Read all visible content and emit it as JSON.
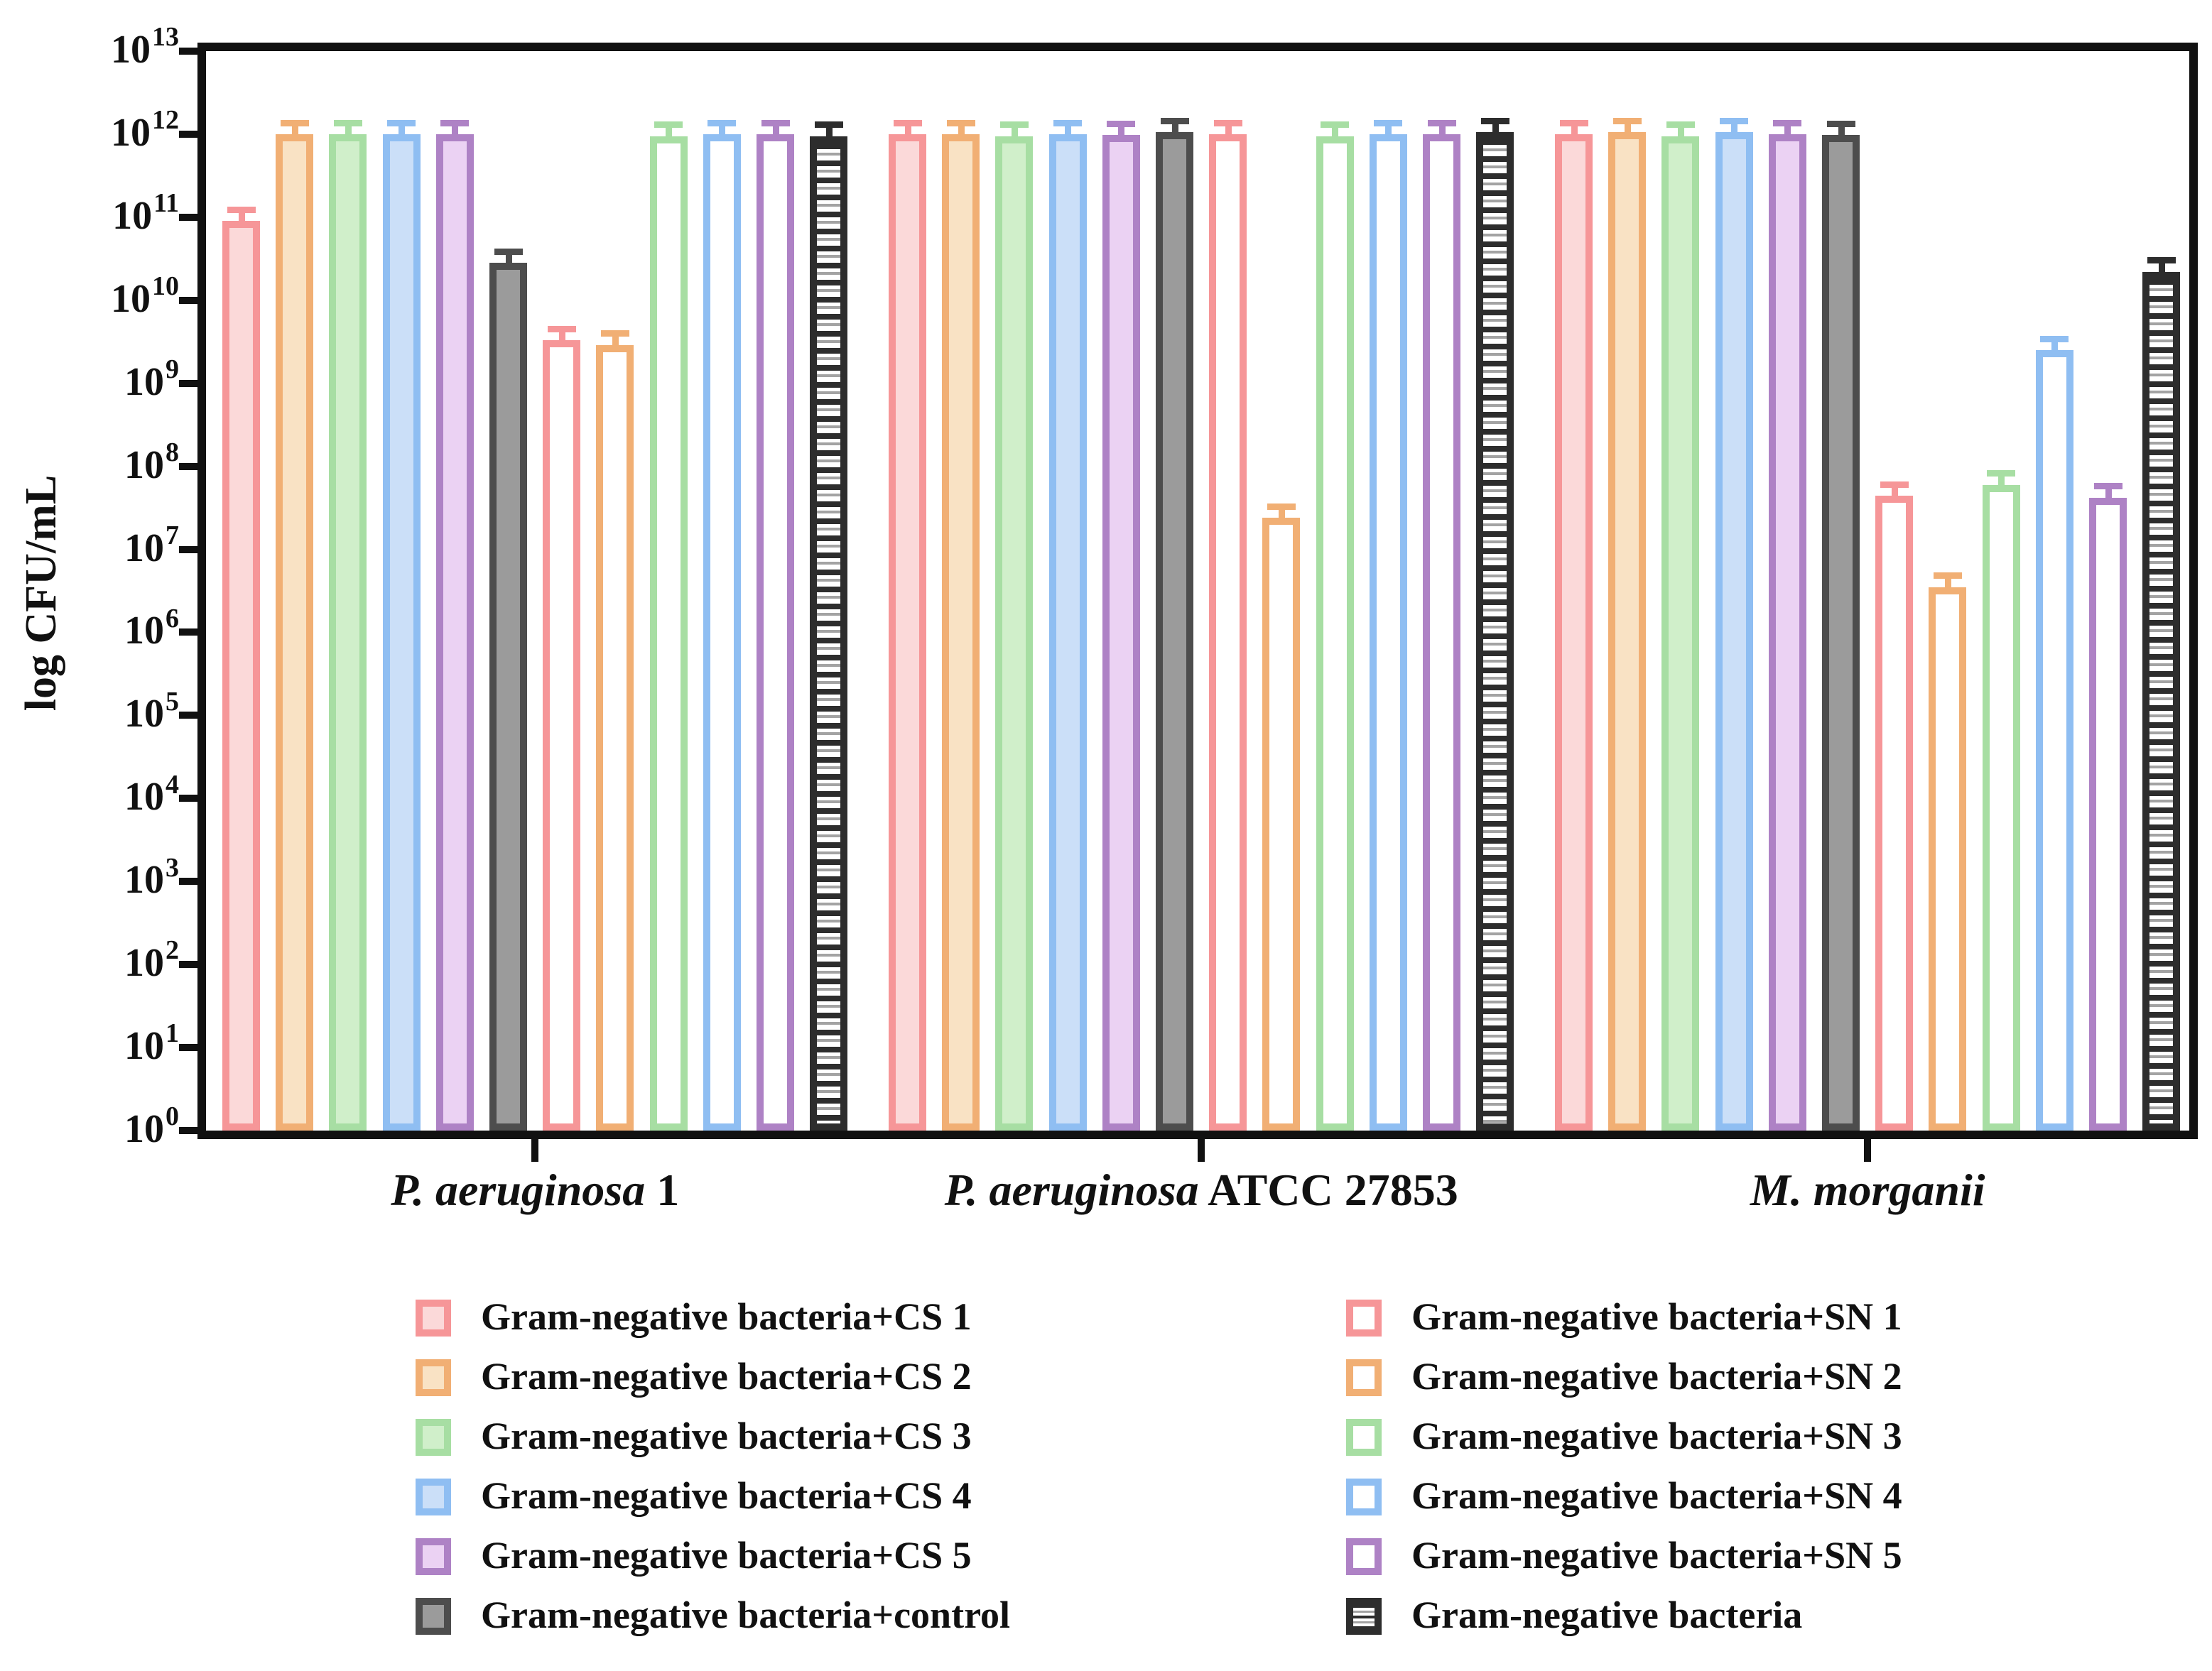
{
  "chart_data": {
    "type": "bar",
    "y_scale": "log10",
    "ylim": [
      1,
      10000000000000.0
    ],
    "ylabel": "log CFU/mL",
    "grid": false,
    "legend_position": "bottom-two-columns",
    "error_bars": {
      "shown": true,
      "upper_factor": 1.38
    },
    "categories": [
      "P. aeruginosa 1",
      "P. aeruginosa ATCC 27853",
      "M. morganii"
    ],
    "categories_rich": [
      {
        "italic": "P. aeruginosa",
        "plain": " 1"
      },
      {
        "italic": "P. aeruginosa",
        "plain": " ATCC 27853"
      },
      {
        "italic": "M. morganii",
        "plain": ""
      }
    ],
    "y_axis": {
      "title": "log CFU/mL",
      "tick_base": "10",
      "tick_exponents": [
        13,
        12,
        11,
        10,
        9,
        8,
        7,
        6,
        5,
        4,
        3,
        2,
        1,
        0
      ]
    },
    "series": [
      {
        "name": "Gram-negative bacteria+CS 1",
        "style": "cs1",
        "values": [
          90000000000.0,
          1000000000000.0,
          1000000000000.0
        ]
      },
      {
        "name": "Gram-negative bacteria+CS 2",
        "style": "cs2",
        "values": [
          1000000000000.0,
          1000000000000.0,
          1050000000000.0
        ]
      },
      {
        "name": "Gram-negative bacteria+CS 3",
        "style": "cs3",
        "values": [
          1000000000000.0,
          950000000000.0,
          950000000000.0
        ]
      },
      {
        "name": "Gram-negative bacteria+CS 4",
        "style": "cs4",
        "values": [
          1000000000000.0,
          1000000000000.0,
          1050000000000.0
        ]
      },
      {
        "name": "Gram-negative bacteria+CS 5",
        "style": "cs5",
        "values": [
          1000000000000.0,
          980000000000.0,
          1000000000000.0
        ]
      },
      {
        "name": "Gram-negative bacteria+control",
        "style": "control",
        "values": [
          28000000000.0,
          1050000000000.0,
          980000000000.0
        ]
      },
      {
        "name": "Gram-negative bacteria+SN 1",
        "style": "sn1",
        "values": [
          3300000000.0,
          1000000000000.0,
          44000000.0
        ]
      },
      {
        "name": "Gram-negative bacteria+SN 2",
        "style": "sn2",
        "values": [
          2900000000.0,
          24000000.0,
          3500000.0
        ]
      },
      {
        "name": "Gram-negative bacteria+SN 3",
        "style": "sn3",
        "values": [
          950000000000.0,
          950000000000.0,
          60000000.0
        ]
      },
      {
        "name": "Gram-negative bacteria+SN 4",
        "style": "sn4",
        "values": [
          1000000000000.0,
          1000000000000.0,
          2500000000.0
        ]
      },
      {
        "name": "Gram-negative bacteria+SN 5",
        "style": "sn5",
        "values": [
          1000000000000.0,
          1000000000000.0,
          42000000.0
        ]
      },
      {
        "name": "Gram-negative bacteria",
        "style": "plain",
        "values": [
          950000000000.0,
          1050000000000.0,
          22000000000.0
        ]
      }
    ],
    "styles": {
      "cs1": {
        "border": "#F69698",
        "fill": "#FBD9D9",
        "pattern": "solid"
      },
      "cs2": {
        "border": "#F1AF74",
        "fill": "#F9E2C4",
        "pattern": "solid"
      },
      "cs3": {
        "border": "#A7DEA3",
        "fill": "#D0EFCA",
        "pattern": "solid"
      },
      "cs4": {
        "border": "#8FBEF2",
        "fill": "#CBDFF8",
        "pattern": "solid"
      },
      "cs5": {
        "border": "#AE82C5",
        "fill": "#EBD2F3",
        "pattern": "solid"
      },
      "control": {
        "border": "#4D4D4D",
        "fill": "#9B9B9B",
        "pattern": "solid"
      },
      "sn1": {
        "border": "#F69698",
        "fill": "#FFFFFF",
        "pattern": "solid"
      },
      "sn2": {
        "border": "#F1AF74",
        "fill": "#FFFFFF",
        "pattern": "solid"
      },
      "sn3": {
        "border": "#A7DEA3",
        "fill": "#FFFFFF",
        "pattern": "solid"
      },
      "sn4": {
        "border": "#8FBEF2",
        "fill": "#FFFFFF",
        "pattern": "solid"
      },
      "sn5": {
        "border": "#AE82C5",
        "fill": "#FFFFFF",
        "pattern": "solid"
      },
      "plain": {
        "border": "#2D2D2D",
        "fill": "#FFFFFF",
        "pattern": "hstripes",
        "stripe_dark": "#2D2D2D",
        "stripe_light": "#A3A3A3"
      }
    },
    "frame_color": "#111111",
    "background_color": "#FFFFFF"
  }
}
